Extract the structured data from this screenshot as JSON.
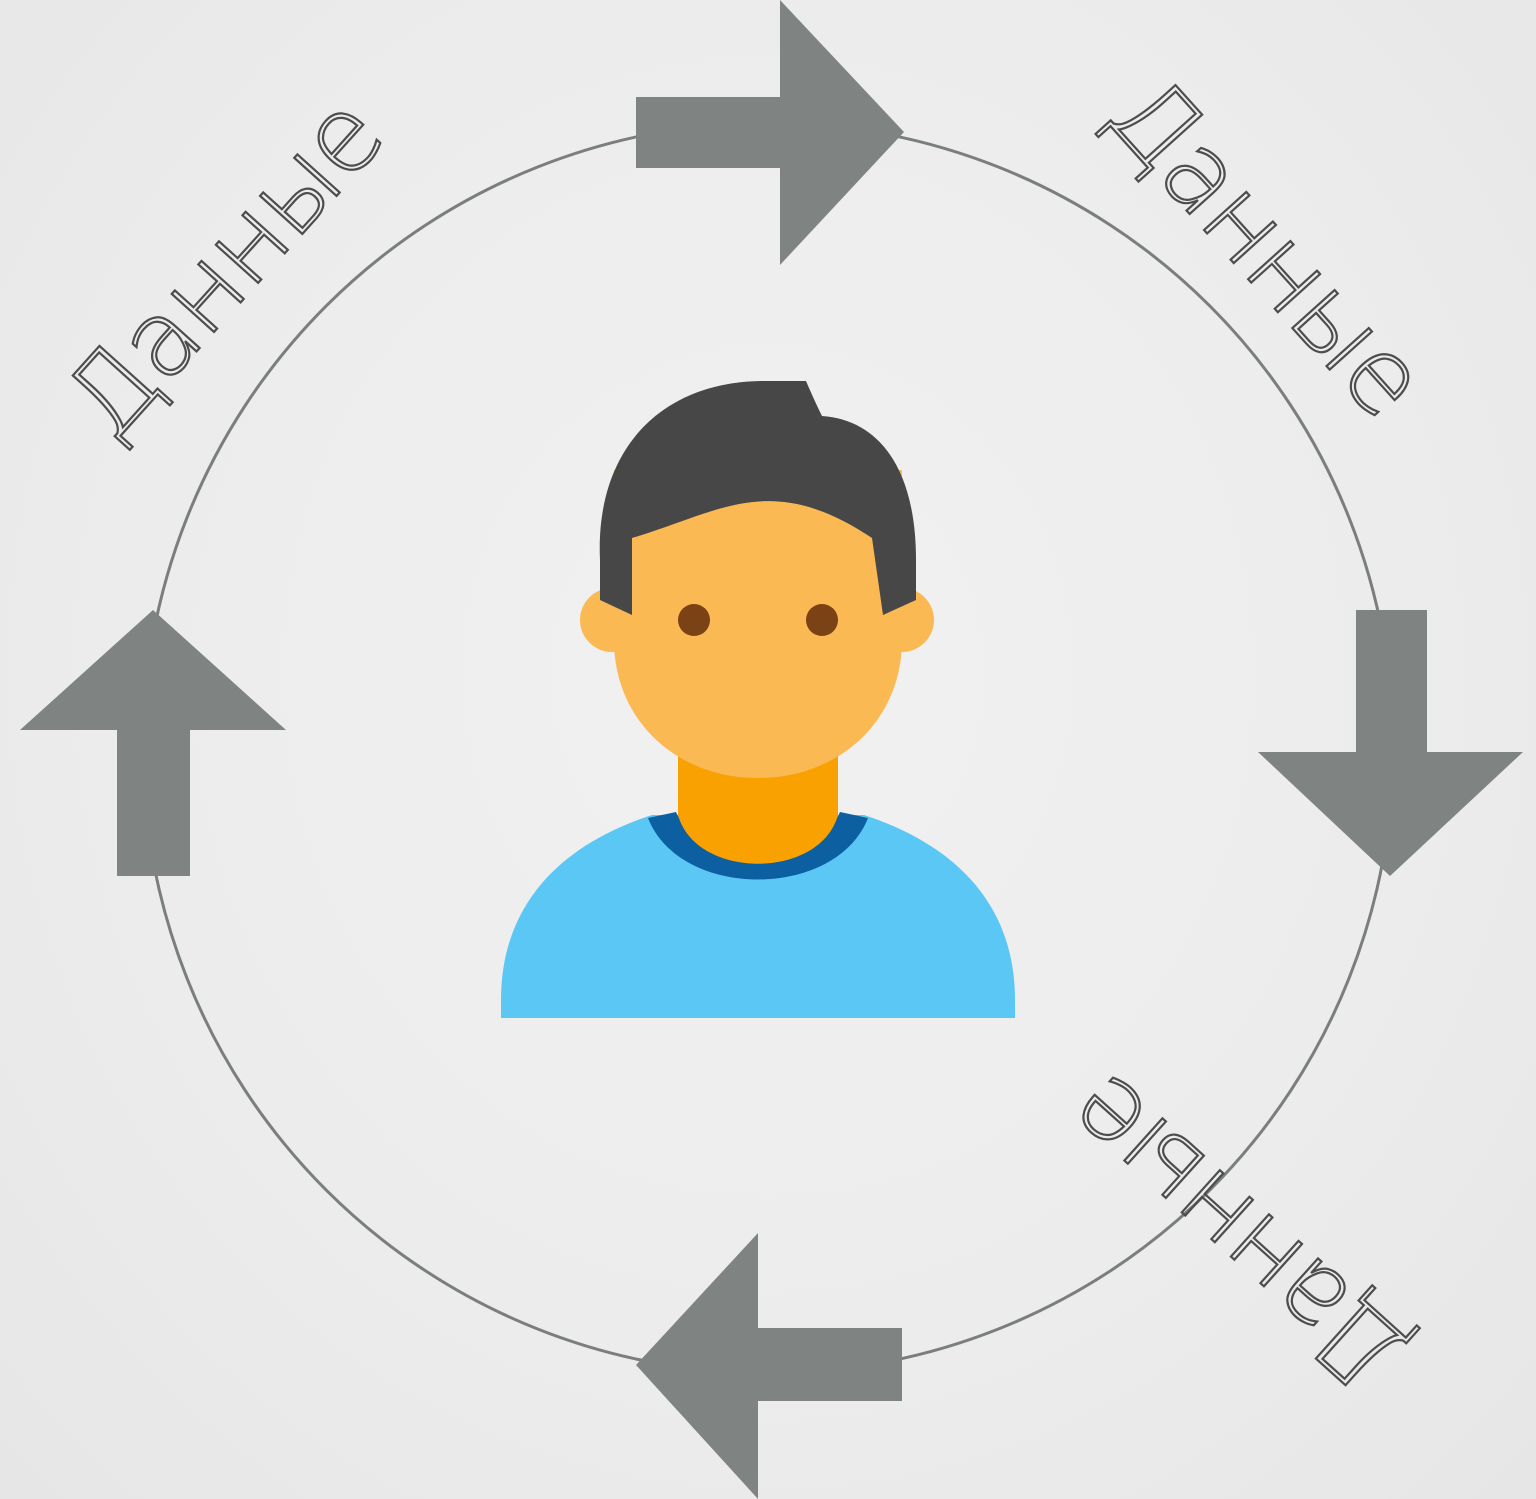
{
  "diagram": {
    "labels": {
      "top_left": "Данные",
      "top_right": "Данные",
      "bottom_right": "Данные"
    },
    "colors": {
      "background": "#ececec",
      "circle": "#7a7f7d",
      "arrow": "#7f8482",
      "label": "#4d4d4d",
      "hair": "#474747",
      "skin": "#fbb954",
      "neck": "#f9a100",
      "shirt": "#5bc7f5",
      "collar": "#0c5fa0",
      "eyes": "#7b4216"
    },
    "icons": [
      "person-icon",
      "arrow-right-icon",
      "arrow-down-icon",
      "arrow-left-icon",
      "arrow-up-icon"
    ]
  }
}
